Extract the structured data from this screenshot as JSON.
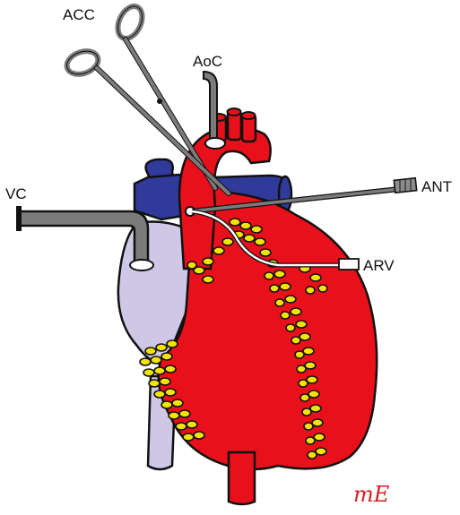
{
  "labels": {
    "acc": "ACC",
    "aoc": "AoC",
    "vc": "VC",
    "ant": "ANT",
    "arv": "ARV"
  },
  "signature": "mE",
  "colors": {
    "heart": "#e8101a",
    "right_atrium": "#cfc7e6",
    "veins": "#2f3a9a",
    "fat": "#f3e400",
    "cannula": "#7b7b7b",
    "outline": "#111111",
    "signature": "#d42020"
  }
}
